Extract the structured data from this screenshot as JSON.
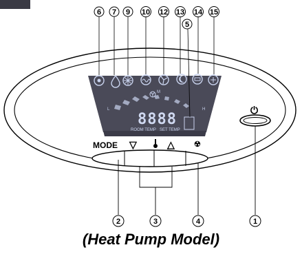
{
  "caption": "(Heat Pump Model)",
  "callouts": {
    "top": [
      "6",
      "7",
      "9",
      "10",
      "12",
      "13",
      "14",
      "15"
    ],
    "lcd_marker": "5",
    "power": "1",
    "mode": "2",
    "temp": "3",
    "fan": "4"
  },
  "buttons": {
    "mode_label": "MODE",
    "power_symbol": "⏻",
    "down_symbol": "▽",
    "up_symbol": "△",
    "fan_symbol": "☢"
  },
  "display": {
    "digits": "8888",
    "room_temp_label": "ROOM TEMP",
    "set_temp_label": "SET TEMP",
    "fan_low": "L",
    "fan_mid": "M",
    "fan_high": "H"
  },
  "colors": {
    "lcd_background": "#4a4a58",
    "lcd_glyph": "#c9d3ee",
    "outline": "#000000"
  }
}
